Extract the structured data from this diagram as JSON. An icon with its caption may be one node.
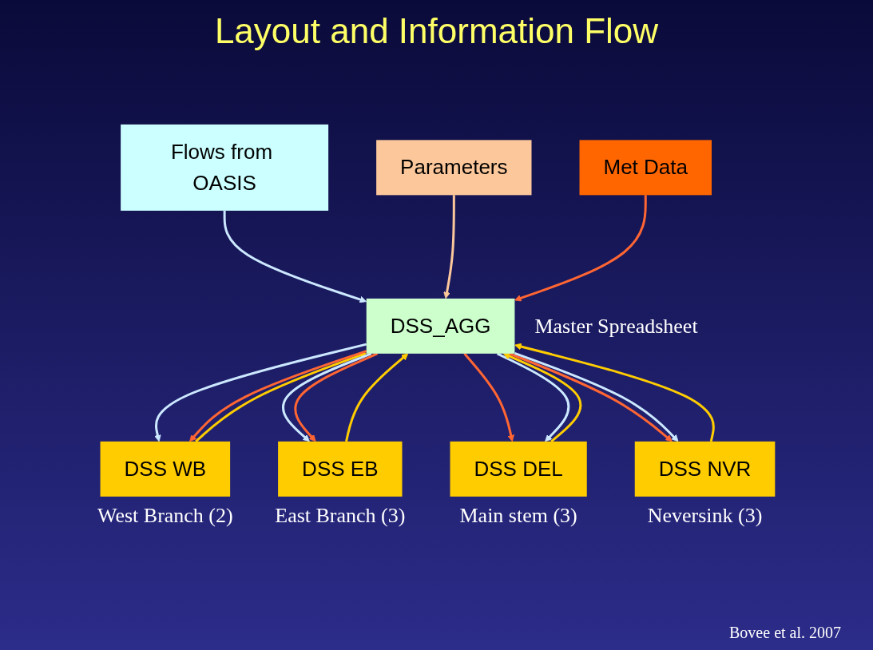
{
  "diagram": {
    "title": "Layout and Information Flow",
    "caption": "Bovee et al. 2007",
    "nodes": [
      {
        "text": [
          "Flows from OASIS"
        ]
      },
      {
        "text": [
          "Parameters"
        ]
      },
      {
        "text": [
          "Met Data"
        ]
      },
      {
        "text": [
          "DSS_AGG"
        ],
        "beside": [
          "Master Spreadsheet"
        ]
      },
      {
        "text": [
          "DSS WB"
        ],
        "beside": [
          "West Branch (2)"
        ]
      },
      {
        "text": [
          "DSS EB"
        ],
        "beside": [
          "East Branch (3)"
        ]
      },
      {
        "text": [
          "DSS DEL"
        ],
        "beside": [
          "Main stem (3)"
        ]
      },
      {
        "text": [
          "DSS NVR"
        ],
        "beside": [
          "Neversink (3)"
        ]
      }
    ],
    "edges": [
      {
        "from": 0,
        "to": 3,
        "arrow": "to",
        "color": "#cce8ff"
      },
      {
        "from": 1,
        "to": 3,
        "arrow": "to",
        "color": "#fcc89b"
      },
      {
        "from": 2,
        "to": 3,
        "arrow": "to",
        "color": "#ff6633"
      },
      {
        "from": 4,
        "to": 3,
        "arrow": "to",
        "color": "#ffcc00"
      },
      {
        "from": 3,
        "to": 4,
        "arrow": "to",
        "color": "#cce8ff"
      },
      {
        "from": 3,
        "to": 4,
        "arrow": "to",
        "color": "#ff6633"
      },
      {
        "from": 3,
        "to": 5,
        "arrow": "to",
        "color": "#cce8ff"
      },
      {
        "from": 3,
        "to": 5,
        "arrow": "to",
        "color": "#ff6633"
      },
      {
        "from": 5,
        "to": 3,
        "arrow": "to",
        "color": "#ffcc00"
      },
      {
        "from": 3,
        "to": 6,
        "arrow": "to",
        "color": "#ff6633"
      },
      {
        "from": 3,
        "to": 6,
        "arrow": "to",
        "color": "#cce8ff"
      },
      {
        "from": 6,
        "to": 3,
        "arrow": "to",
        "color": "#ffcc00"
      },
      {
        "from": 3,
        "to": 7,
        "arrow": "to",
        "color": "#ff6633"
      },
      {
        "from": 3,
        "to": 7,
        "arrow": "to",
        "color": "#cce8ff"
      },
      {
        "from": 7,
        "to": 3,
        "arrow": "to",
        "color": "#ffcc00"
      }
    ]
  }
}
